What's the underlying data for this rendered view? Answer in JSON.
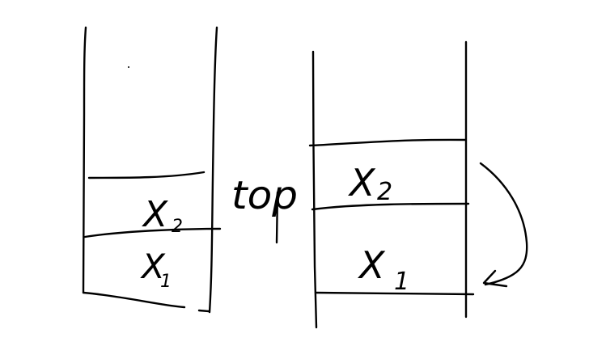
{
  "diagram": {
    "left_stack": {
      "cells": [
        {
          "main": "X",
          "sub": "2"
        },
        {
          "main": "X",
          "sub": "1"
        }
      ]
    },
    "pointer_label": "top",
    "right_stack": {
      "cells": [
        {
          "main": "X",
          "sub": "2"
        },
        {
          "main": "X",
          "sub": "1"
        }
      ]
    },
    "ink_color": "#000000",
    "background_color": "#ffffff"
  }
}
